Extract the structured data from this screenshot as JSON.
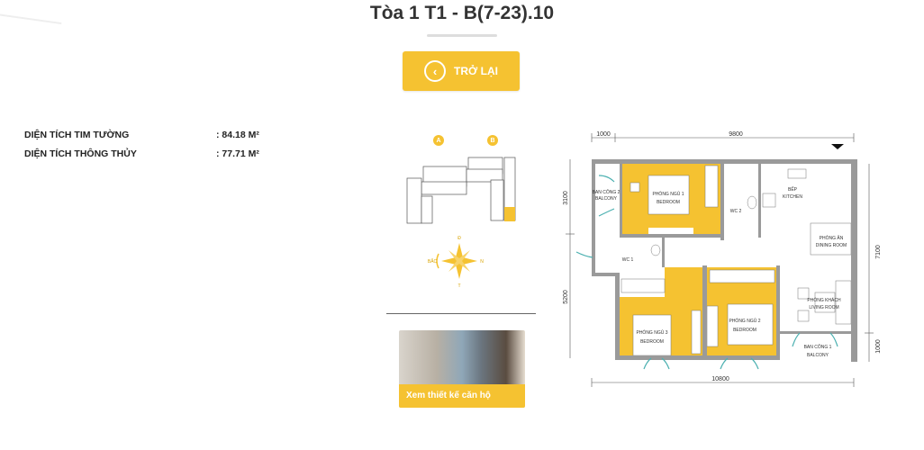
{
  "header": {
    "title": "Tòa 1 T1 - B(7-23).10",
    "back_button": "TRỞ LẠI"
  },
  "areas": [
    {
      "label": "DIỆN TÍCH TIM TƯỜNG",
      "value": ": 84.18 M²"
    },
    {
      "label": "DIỆN TÍCH THÔNG THỦY",
      "value": ": 77.71 M²"
    }
  ],
  "site_plan": {
    "tower_labels": [
      "A",
      "B"
    ],
    "compass": {
      "north": "Đ",
      "south": "T",
      "west": "BẮC",
      "east": "N"
    }
  },
  "design_card": {
    "caption": "Xem thiết kế căn hộ"
  },
  "floor_plan": {
    "accent": "#f5c231",
    "dimensions": {
      "top_left": "1000",
      "top": "9800",
      "bottom": "10800",
      "left_top": "3100",
      "left_bottom": "5200",
      "right_top": "7100",
      "right_bottom": "1000"
    },
    "rooms": {
      "balcony2": [
        "BAN CÔNG 2",
        "BALCONY"
      ],
      "bed1": [
        "PHÒNG NGỦ 1",
        "BEDROOM"
      ],
      "wc2": "WC 2",
      "kitchen": [
        "BẾP",
        "KITCHEN"
      ],
      "dining": [
        "PHÒNG ĂN",
        "DINING ROOM"
      ],
      "wc1": "WC 1",
      "bed3": [
        "PHÒNG NGỦ 3",
        "BEDROOM"
      ],
      "bed2": [
        "PHÒNG NGỦ 2",
        "BEDROOM"
      ],
      "living": [
        "PHÒNG KHÁCH",
        "LIVING ROOM"
      ],
      "balcony1": [
        "BAN CÔNG 1",
        "BALCONY"
      ]
    }
  }
}
